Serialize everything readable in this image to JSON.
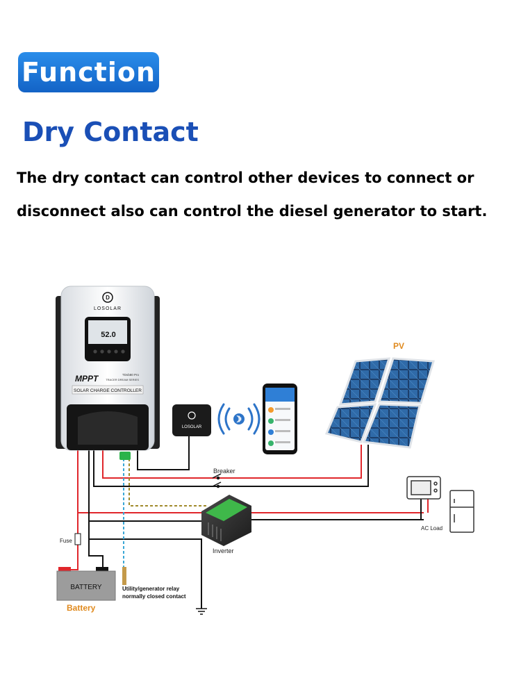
{
  "header": {
    "badge": "Function",
    "title": "Dry Contact",
    "description_line1": "The dry contact can control other devices to connect or",
    "description_line2": "disconnect also can control the diesel generator to start."
  },
  "controller": {
    "brand": "LOSOLAR",
    "display_value": "52.0",
    "model": "MPPT",
    "series": "TDvb80 Pro",
    "series_sub": "TRACER DREAM SERIES",
    "name": "SOLAR CHARGE CONTROLLER"
  },
  "wifi_module": {
    "brand": "LOSOLAR"
  },
  "labels": {
    "pv": "PV",
    "breaker": "Breaker",
    "inverter": "Inverter",
    "ac_load": "AC Load",
    "fuse": "Fuse",
    "battery_box": "BATTERY",
    "battery_caption": "Battery",
    "relay_line1": "Utility/generator relay",
    "relay_line2": "normally closed contact"
  },
  "colors": {
    "accent_blue": "#1a4fb6",
    "pv_orange": "#e08a1e",
    "wire_red": "#e0262b",
    "wire_black": "#111111",
    "dry_contact_green": "#2bb34a"
  }
}
